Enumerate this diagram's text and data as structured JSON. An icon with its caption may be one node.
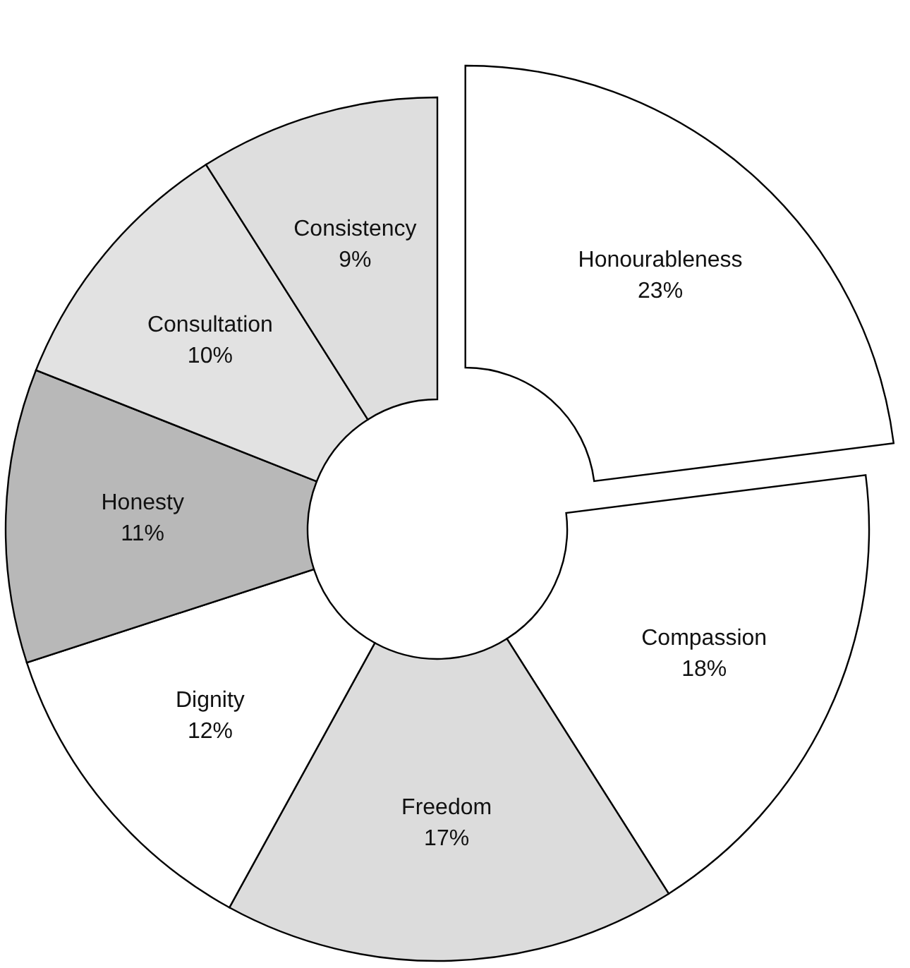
{
  "diagram": {
    "chart_data": {
      "type": "donut",
      "categories": [
        "Honourableness",
        "Compassion",
        "Freedom",
        "Dignity",
        "Honesty",
        "Consultation",
        "Consistency"
      ],
      "series": [
        {
          "values": [
            23,
            18,
            17,
            12,
            11,
            10,
            9
          ]
        }
      ],
      "value_labels": [
        "23%",
        "18%",
        "17%",
        "12%",
        "11%",
        "10%",
        "9%"
      ]
    }
  }
}
